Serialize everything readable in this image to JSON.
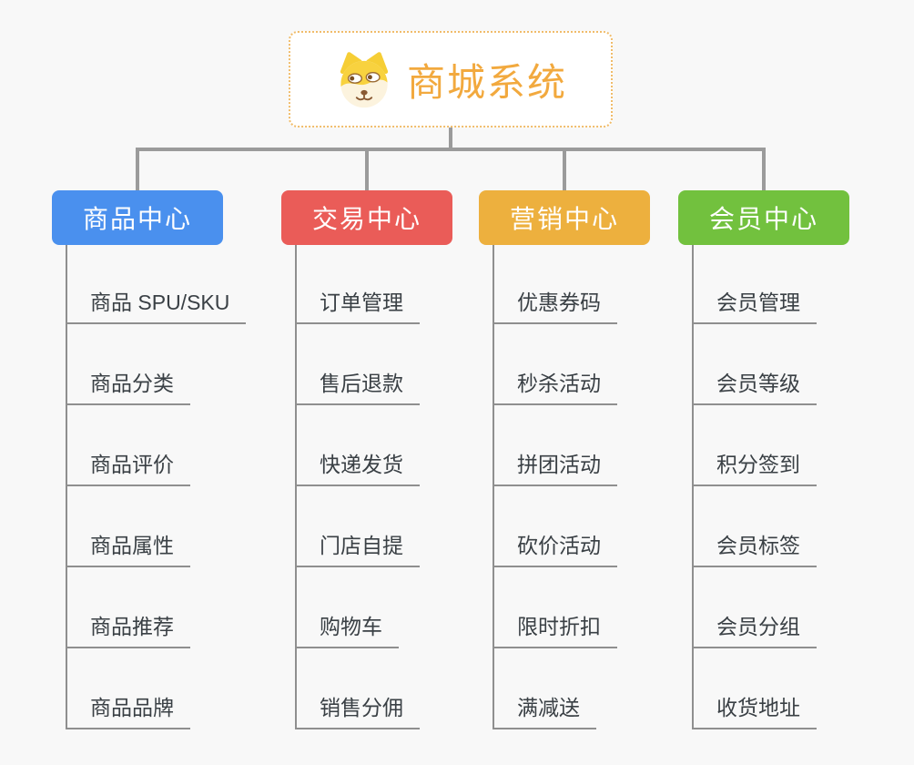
{
  "root": {
    "title": "商城系统",
    "icon": "dog-face-icon"
  },
  "branches": [
    {
      "label": "商品中心",
      "color": "#4A90EE",
      "children": [
        "商品 SPU/SKU",
        "商品分类",
        "商品评价",
        "商品属性",
        "商品推荐",
        "商品品牌"
      ]
    },
    {
      "label": "交易中心",
      "color": "#EA5C58",
      "children": [
        "订单管理",
        "售后退款",
        "快递发货",
        "门店自提",
        "购物车",
        "销售分佣"
      ]
    },
    {
      "label": "营销中心",
      "color": "#EDB03E",
      "children": [
        "优惠券码",
        "秒杀活动",
        "拼团活动",
        "砍价活动",
        "限时折扣",
        "满减送"
      ]
    },
    {
      "label": "会员中心",
      "color": "#72C13E",
      "children": [
        "会员管理",
        "会员等级",
        "积分签到",
        "会员标签",
        "会员分组",
        "收货地址"
      ]
    }
  ],
  "palette": {
    "background": "#F8F8F8",
    "connector": "#9B9B9B",
    "subline": "#8F8F8F",
    "root_border": "#F0BC6A",
    "root_text": "#F2A93E",
    "subtopic_text": "#3A4045"
  }
}
